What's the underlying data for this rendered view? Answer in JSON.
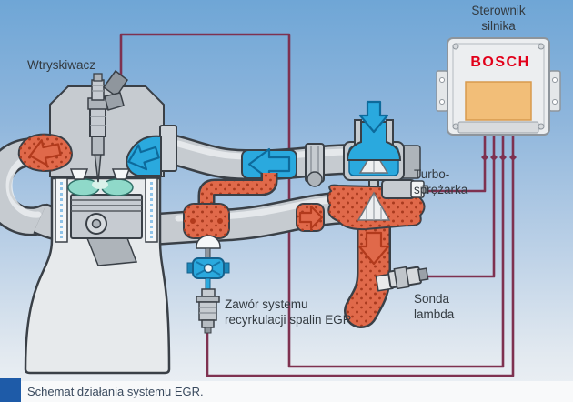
{
  "diagram": {
    "labels": {
      "injector": "Wtryskiwacz",
      "ecu": "Sterownik\nsilnika",
      "turbo": "Turbo-\nsprężarka",
      "egr_valve": "Zawór systemu\nrecyrkulacji spalin EGR",
      "lambda": "Sonda\nlambda"
    },
    "ecu_brand": "BOSCH",
    "caption": "Schemat działania systemu EGR."
  },
  "colors": {
    "sky_top": "#6FA6D6",
    "sky_bottom": "#ECF0F4",
    "wire": "#7E3150",
    "outline": "#3A4047",
    "pipe_gray": "#C6CBD0",
    "exhaust_orange": "#E0694A",
    "exhaust_dot": "#A93A1E",
    "intake_blue": "#2AA9DE",
    "bosch_red": "#E2001A",
    "ecu_plate_tan": "#F2BE78",
    "caption_square_blue": "#1E5BA8",
    "label_text": "#333A40",
    "caption_text": "#3A4A5E"
  }
}
